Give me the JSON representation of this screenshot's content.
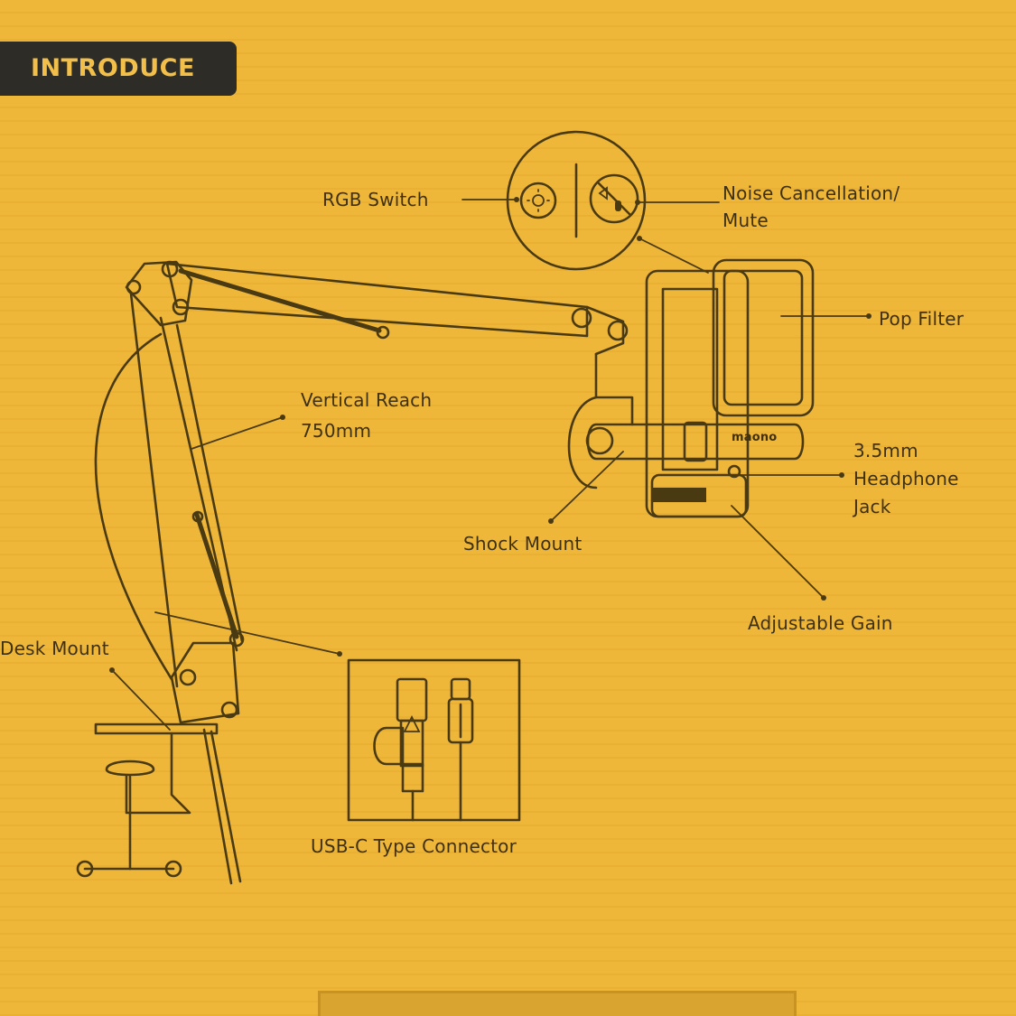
{
  "header": {
    "title": "INTRODUCE"
  },
  "labels": {
    "rgb_switch": "RGB Switch",
    "noise_line1": "Noise Cancellation/",
    "noise_line2": "Mute",
    "pop_filter": "Pop Filter",
    "vertical_reach_line1": "Vertical Reach",
    "vertical_reach_line2": "750mm",
    "headphone_line1": "3.5mm",
    "headphone_line2": "Headphone",
    "headphone_line3": "Jack",
    "shock_mount": "Shock Mount",
    "adjustable_gain": "Adjustable Gain",
    "desk_mount": "Desk Mount",
    "usb_c": "USB-C Type Connector"
  },
  "brand": {
    "mic_logo": "maono"
  },
  "colors": {
    "background": "#efb73a",
    "ink": "#4a3a12",
    "header_bg": "#2e2c27",
    "header_text": "#f2c04a"
  }
}
